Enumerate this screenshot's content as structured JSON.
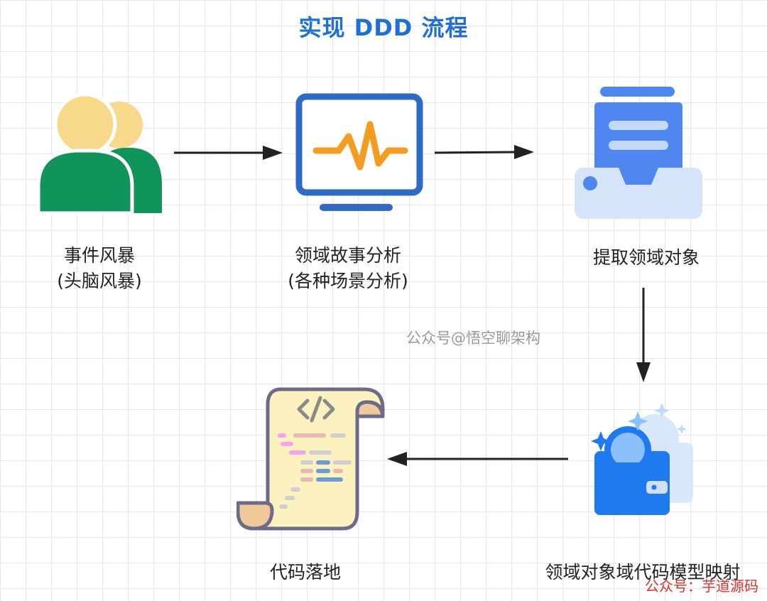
{
  "title": "实现 DDD 流程",
  "steps": [
    {
      "icon": "users-icon",
      "line1": "事件风暴",
      "line2": "(头脑风暴)"
    },
    {
      "icon": "monitor-pulse-icon",
      "line1": "领域故事分析",
      "line2": "(各种场景分析)"
    },
    {
      "icon": "document-tray-icon",
      "line1": "提取领域对象"
    },
    {
      "icon": "wallet-icon",
      "line1": "领域对象域代码模型映射"
    },
    {
      "icon": "code-scroll-icon",
      "line1": "代码落地"
    }
  ],
  "watermark_center": "公众号@悟空聊架构",
  "watermark_corner": "公众号：芋道源码",
  "colors": {
    "title": "#1e6fd9",
    "arrow": "#222222",
    "accent_blue": "#2f6bc6",
    "accent_orange": "#f39c1f",
    "person_green": "#11935c",
    "person_head": "#f8d88a"
  }
}
